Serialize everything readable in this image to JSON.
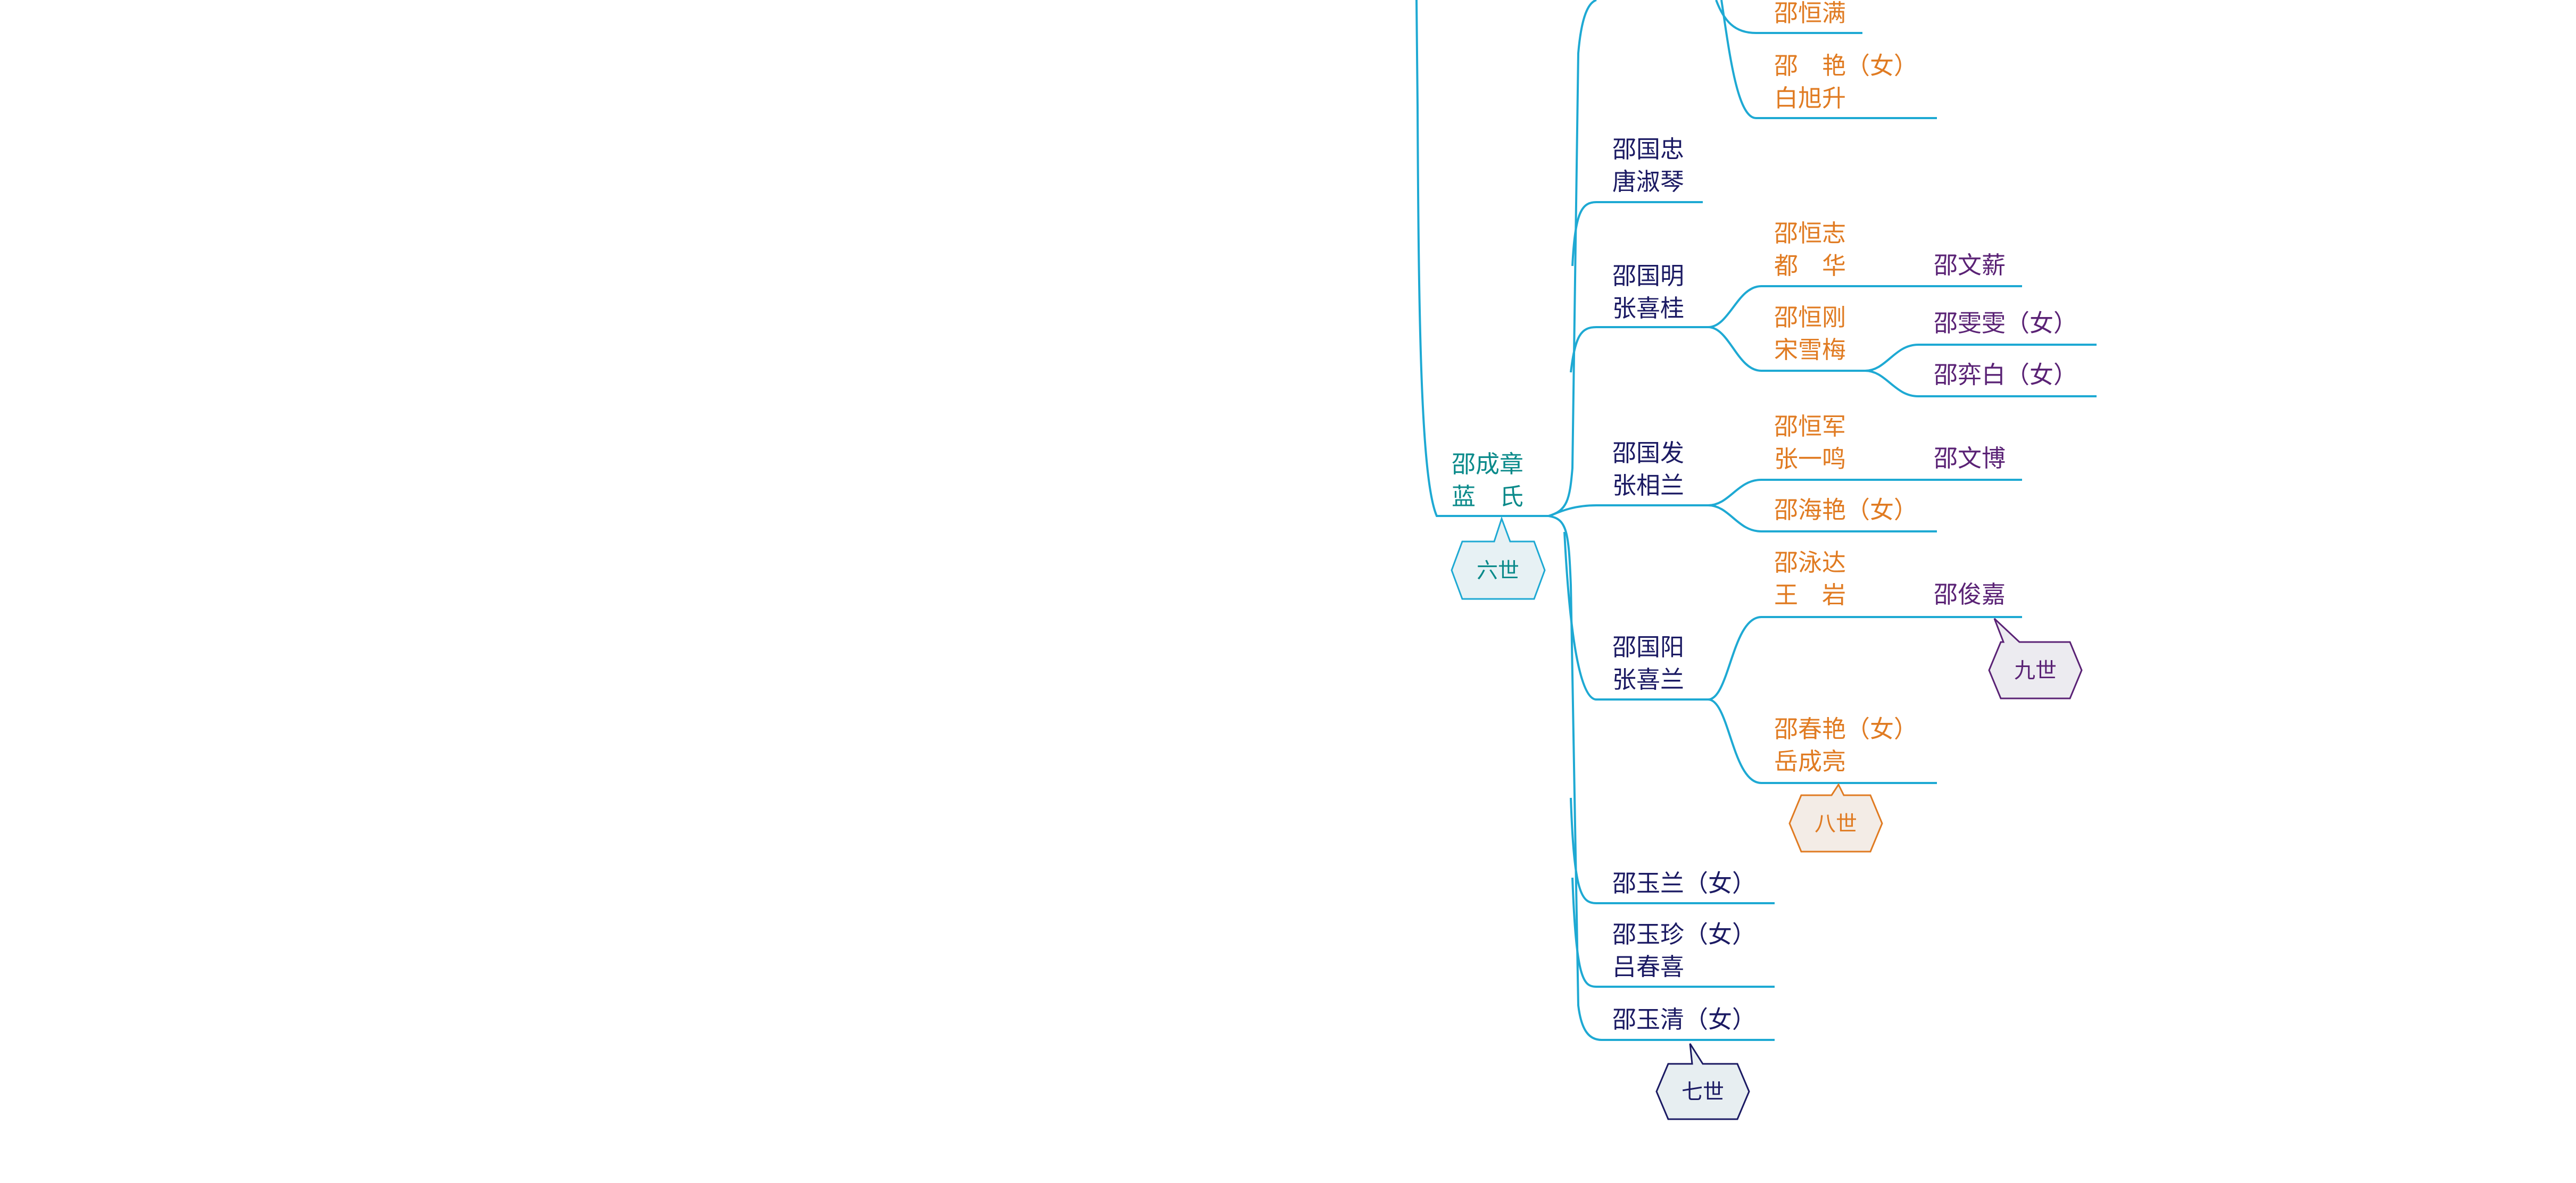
{
  "colors": {
    "connector": "#1ea9d3",
    "gen6": "#0a8a8a",
    "gen7": "#1b1a63",
    "gen8": "#e07b22",
    "gen9": "#5a2275",
    "badge_fill_6": "#e7f1f4",
    "badge_fill_7": "#e7eef1",
    "badge_fill_8": "#f3ece6",
    "badge_fill_9": "#ecebf0"
  },
  "generation_badges": {
    "gen6": "六世",
    "gen7": "七世",
    "gen8": "八世",
    "gen9": "九世"
  },
  "persons": {
    "root": {
      "name": "邵成章",
      "spouse": "蓝　氏"
    },
    "shao_hengman": {
      "name": "邵恒满"
    },
    "shao_yan": {
      "name": "邵　艳（女）",
      "spouse": "白旭升"
    },
    "shao_guozhong": {
      "name": "邵国忠",
      "spouse": "唐淑琴"
    },
    "shao_guoming": {
      "name": "邵国明",
      "spouse": "张喜桂"
    },
    "shao_hengzhi": {
      "name": "邵恒志",
      "spouse": "都　华"
    },
    "shao_wenxin": {
      "name": "邵文薪"
    },
    "shao_henggang": {
      "name": "邵恒刚",
      "spouse": "宋雪梅"
    },
    "shao_wenwen": {
      "name": "邵雯雯（女）"
    },
    "shao_yibai": {
      "name": "邵弈白（女）"
    },
    "shao_guofa": {
      "name": "邵国发",
      "spouse": "张相兰"
    },
    "shao_hengjun": {
      "name": "邵恒军",
      "spouse": "张一鸣"
    },
    "shao_wenbo": {
      "name": "邵文博"
    },
    "shao_haiyan": {
      "name": "邵海艳（女）"
    },
    "shao_guoyang": {
      "name": "邵国阳",
      "spouse": "张喜兰"
    },
    "shao_yongda": {
      "name": "邵泳达",
      "spouse": "王　岩"
    },
    "shao_junjia": {
      "name": "邵俊嘉"
    },
    "shao_chunyan": {
      "name": "邵春艳（女）",
      "spouse": "岳成亮"
    },
    "shao_yulan": {
      "name": "邵玉兰（女）"
    },
    "shao_yuzhen": {
      "name": "邵玉珍（女）",
      "spouse": "吕春喜"
    },
    "shao_yuqing": {
      "name": "邵玉清（女）"
    }
  }
}
